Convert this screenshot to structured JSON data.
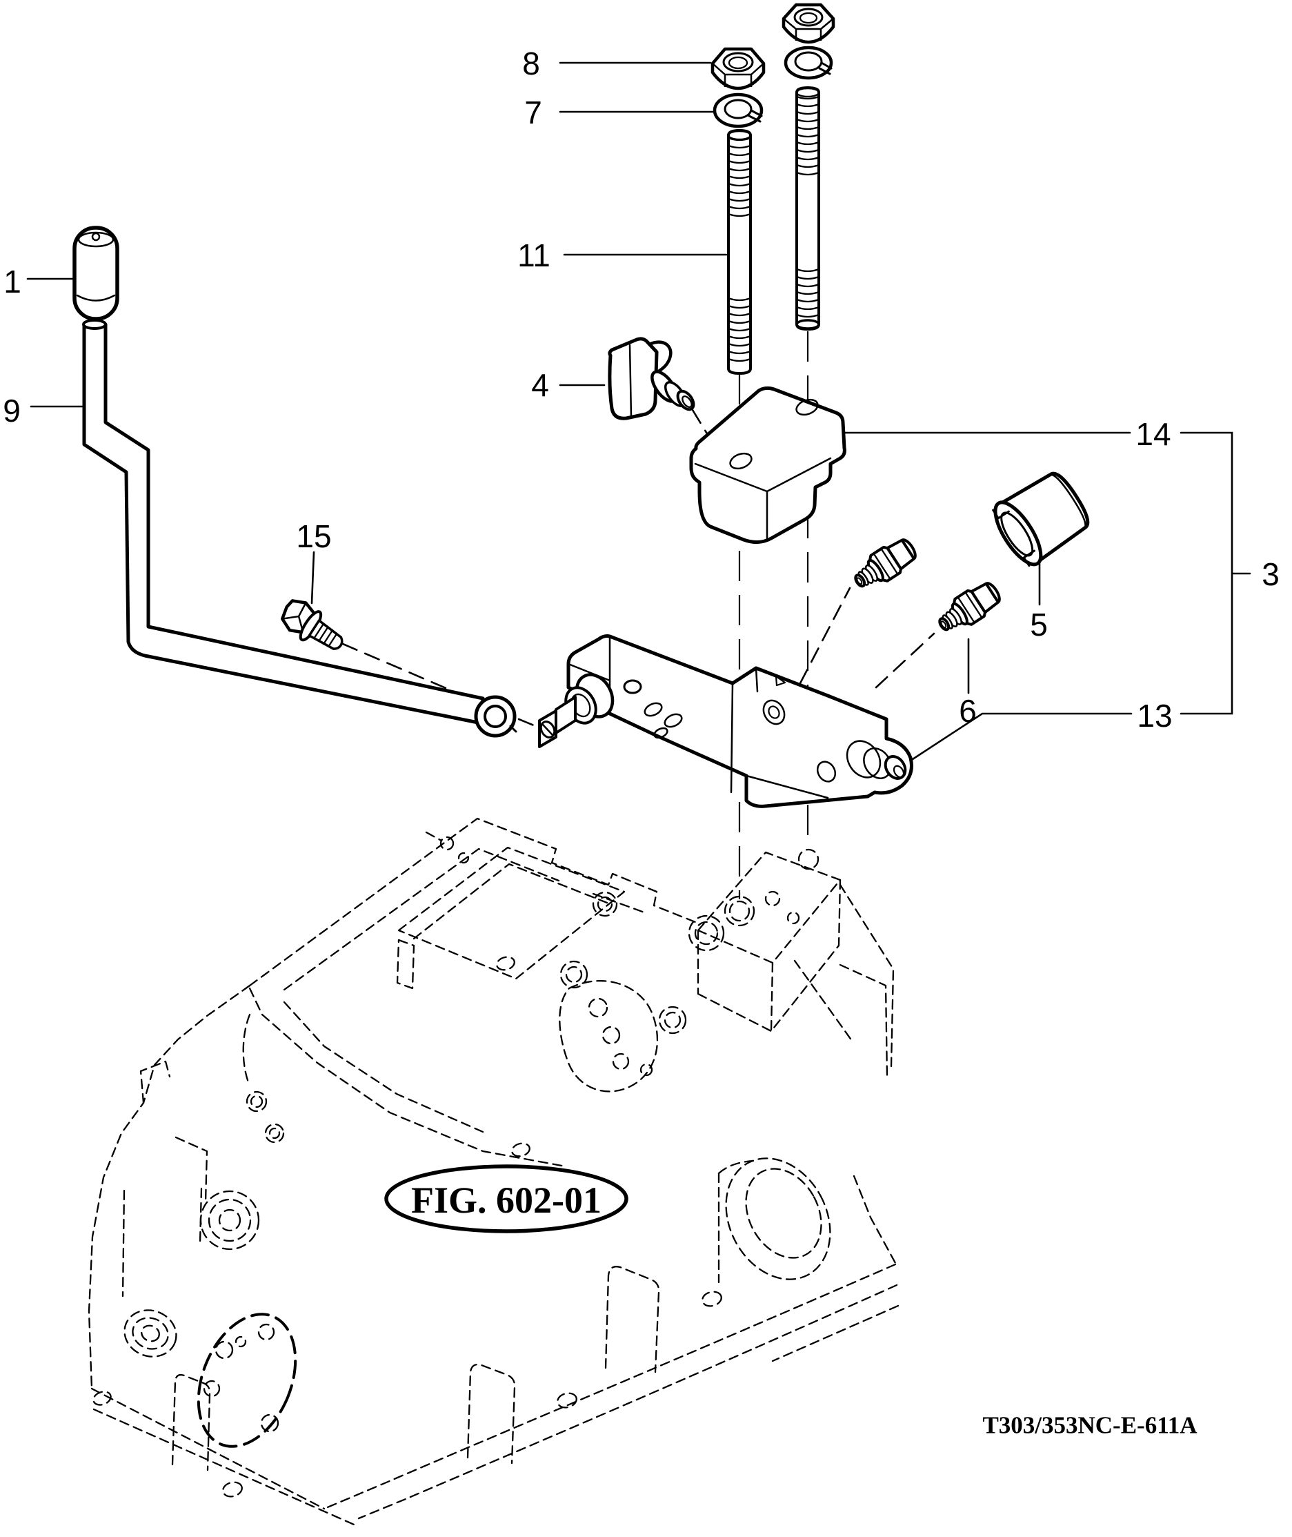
{
  "figure": {
    "title": "FIG. 602-01",
    "code": "T303/353NC-E-611A"
  },
  "colors": {
    "line": "#000000",
    "background": "#ffffff"
  },
  "callouts": [
    {
      "id": "part-1",
      "text": "1"
    },
    {
      "id": "part-9",
      "text": "9"
    },
    {
      "id": "part-15",
      "text": "15"
    },
    {
      "id": "part-8",
      "text": "8"
    },
    {
      "id": "part-7",
      "text": "7"
    },
    {
      "id": "part-11",
      "text": "11"
    },
    {
      "id": "part-4",
      "text": "4"
    },
    {
      "id": "part-14",
      "text": "14"
    },
    {
      "id": "part-3",
      "text": "3"
    },
    {
      "id": "part-13",
      "text": "13"
    },
    {
      "id": "part-5",
      "text": "5"
    },
    {
      "id": "part-6",
      "text": "6"
    }
  ]
}
